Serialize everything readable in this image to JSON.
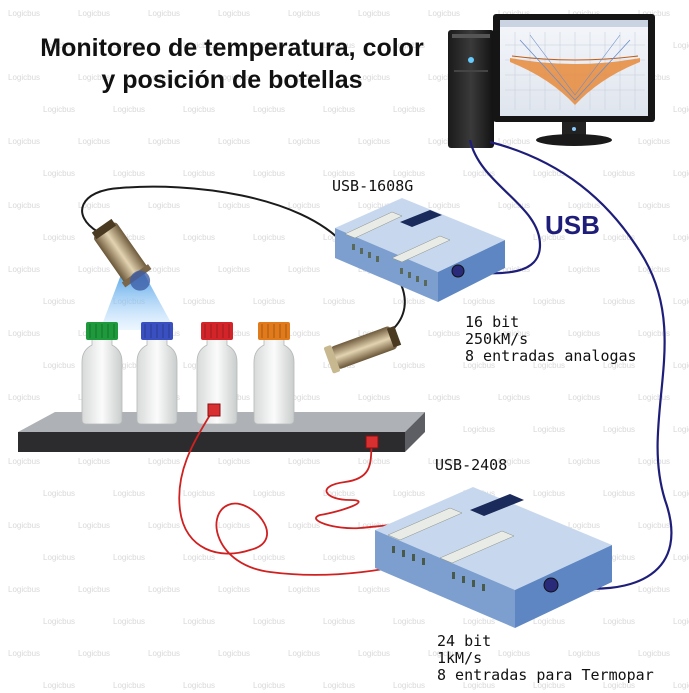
{
  "title": {
    "line1": "Monitoreo de temperatura, color",
    "line2": "y posición de botellas"
  },
  "watermark": {
    "text": "Logicbus"
  },
  "usb_label": "USB",
  "devices": {
    "usb1608g": {
      "name": "USB-1608G",
      "specs": [
        "16 bit",
        "250kM/s",
        "8 entradas analogas"
      ]
    },
    "usb2408": {
      "name": "USB-2408",
      "specs": [
        "24 bit",
        "1kM/s",
        "8 entradas para Termopar"
      ]
    }
  },
  "bottles": [
    {
      "cap_color": "#1e9a3c"
    },
    {
      "cap_color": "#3a4fc0"
    },
    {
      "cap_color": "#d3242a"
    },
    {
      "cap_color": "#e07a1a"
    }
  ],
  "colors": {
    "usb_cable": "#1e1e7a",
    "thermocouple": "#d02020",
    "daq_body": "#8fb0d8",
    "sensor_beam": "#2f8fe0"
  }
}
